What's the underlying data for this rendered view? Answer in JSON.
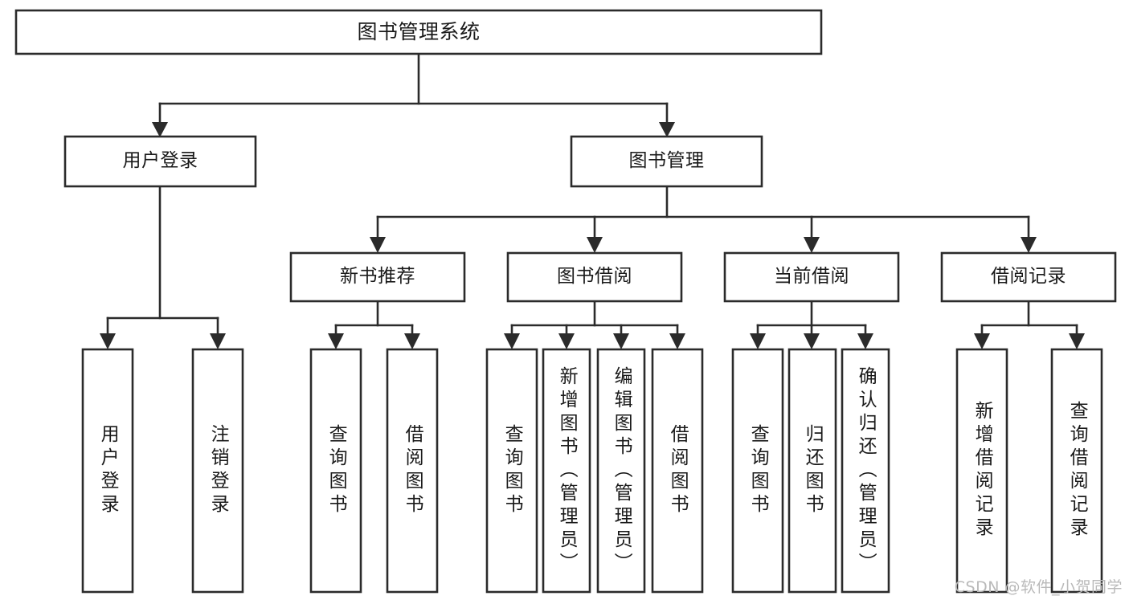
{
  "diagram": {
    "kind": "tree-hierarchy-chart",
    "title": "图书管理系统",
    "background_color": "#ffffff",
    "line_color": "#2b2b2b",
    "text_color": "#1a1a1a"
  },
  "nodes": {
    "root": {
      "label": "图书管理系统",
      "level": 1,
      "orientation": "horizontal"
    },
    "l2": [
      {
        "id": "user-login",
        "label": "用户登录",
        "level": 2,
        "orientation": "horizontal"
      },
      {
        "id": "book-manage",
        "label": "图书管理",
        "level": 2,
        "orientation": "horizontal"
      }
    ],
    "l3": [
      {
        "id": "new-book-recommend",
        "label": "新书推荐",
        "level": 3,
        "orientation": "horizontal",
        "parent": "book-manage"
      },
      {
        "id": "book-borrow",
        "label": "图书借阅",
        "level": 3,
        "orientation": "horizontal",
        "parent": "book-manage"
      },
      {
        "id": "current-borrow",
        "label": "当前借阅",
        "level": 3,
        "orientation": "horizontal",
        "parent": "book-manage"
      },
      {
        "id": "borrow-record",
        "label": "借阅记录",
        "level": 3,
        "orientation": "horizontal",
        "parent": "book-manage"
      }
    ],
    "leaves": [
      {
        "id": "leaf-user-login",
        "label": "用户登录",
        "parent": "user-login",
        "orientation": "vertical"
      },
      {
        "id": "leaf-logout-login",
        "label": "注销登录",
        "parent": "user-login",
        "orientation": "vertical"
      },
      {
        "id": "leaf-query-book-1",
        "label": "查询图书",
        "parent": "new-book-recommend",
        "orientation": "vertical"
      },
      {
        "id": "leaf-borrow-book-1",
        "label": "借阅图书",
        "parent": "new-book-recommend",
        "orientation": "vertical"
      },
      {
        "id": "leaf-query-book-2",
        "label": "查询图书",
        "parent": "book-borrow",
        "orientation": "vertical"
      },
      {
        "id": "leaf-add-book",
        "label": "新增图书（管理员）",
        "parent": "book-borrow",
        "orientation": "vertical"
      },
      {
        "id": "leaf-edit-book",
        "label": "编辑图书（管理员）",
        "parent": "book-borrow",
        "orientation": "vertical"
      },
      {
        "id": "leaf-borrow-book-2",
        "label": "借阅图书",
        "parent": "book-borrow",
        "orientation": "vertical"
      },
      {
        "id": "leaf-query-book-3",
        "label": "查询图书",
        "parent": "current-borrow",
        "orientation": "vertical"
      },
      {
        "id": "leaf-return-book",
        "label": "归还图书",
        "parent": "current-borrow",
        "orientation": "vertical"
      },
      {
        "id": "leaf-confirm-return",
        "label": "确认归还（管理员）",
        "parent": "current-borrow",
        "orientation": "vertical"
      },
      {
        "id": "leaf-add-record",
        "label": "新增借阅记录",
        "parent": "borrow-record",
        "orientation": "vertical"
      },
      {
        "id": "leaf-query-record",
        "label": "查询借阅记录",
        "parent": "borrow-record",
        "orientation": "vertical"
      }
    ]
  },
  "watermark": {
    "text": "CSDN @软件_小贺同学"
  }
}
